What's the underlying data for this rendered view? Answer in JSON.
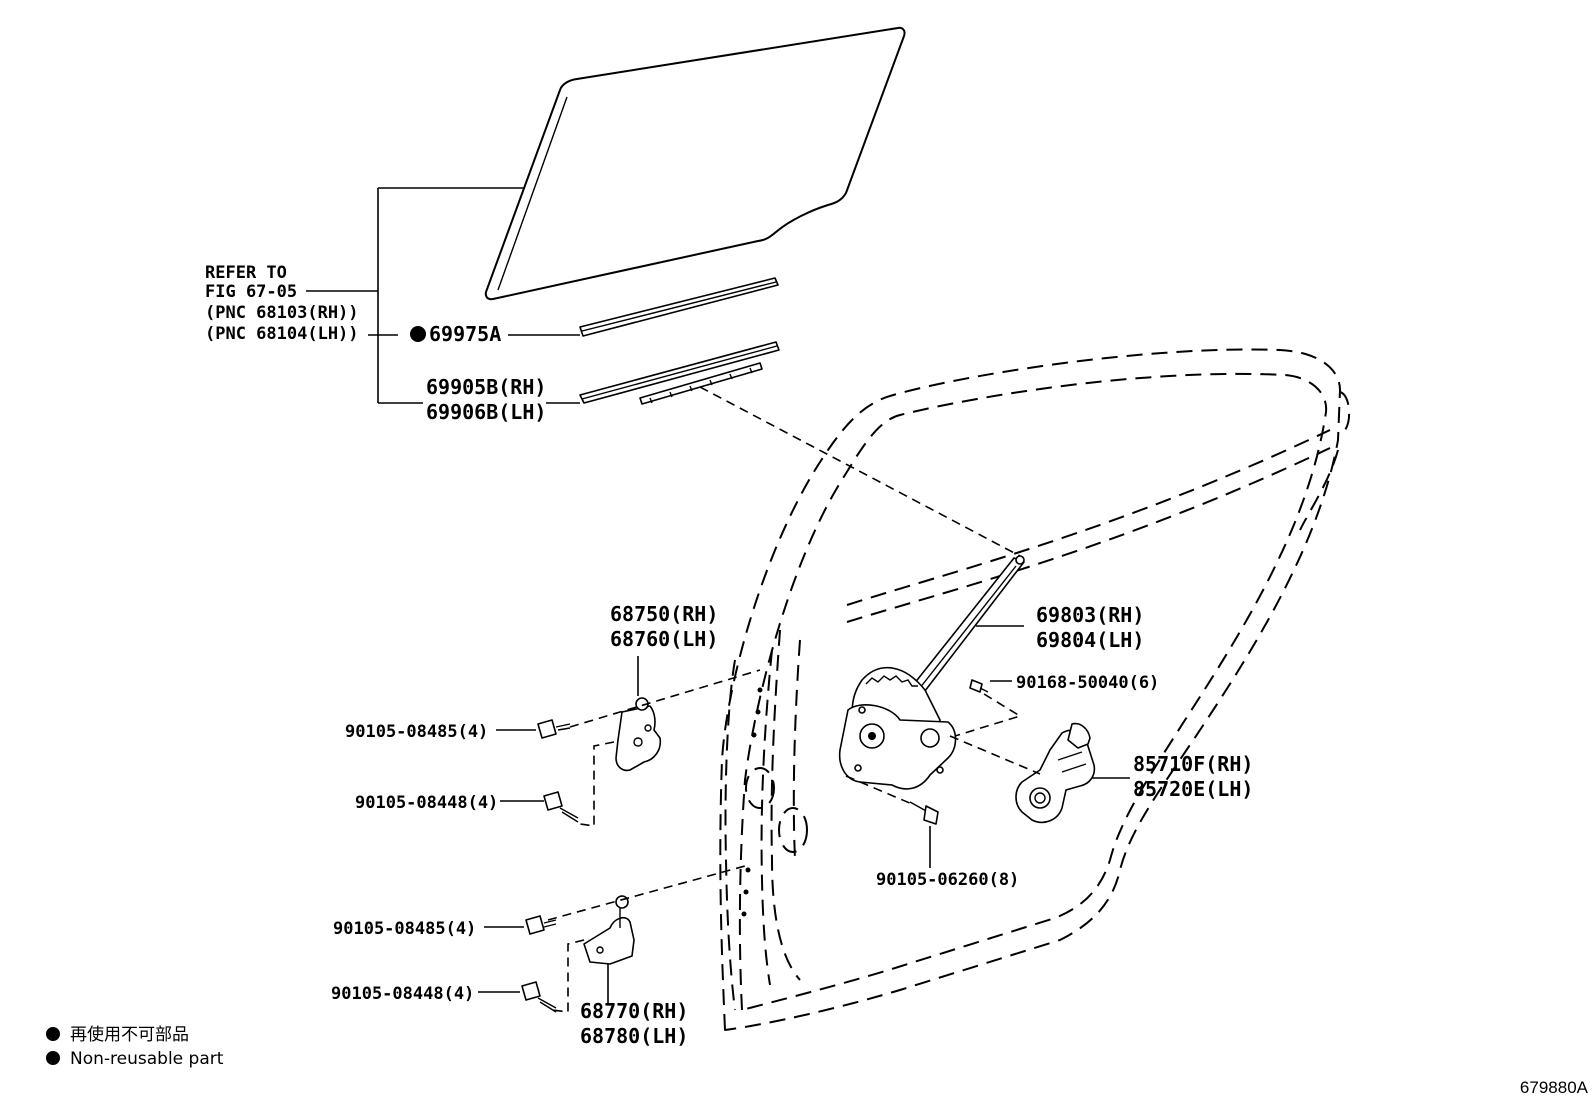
{
  "refer_note": {
    "lines": [
      "REFER TO",
      "FIG 67-05",
      "(PNC 68103(RH))",
      "(PNC 68104(LH))"
    ]
  },
  "parts": {
    "p69975a": "69975A",
    "p69905b": "69905B(RH)",
    "p69906b": "69906B(LH)",
    "p68750": "68750(RH)",
    "p68760": "68760(LH)",
    "p69803": "69803(RH)",
    "p69804": "69804(LH)",
    "p90168": "90168-50040(6)",
    "p85710f": "85710F(RH)",
    "p85720e": "85720E(LH)",
    "p90105_06260": "90105-06260(8)",
    "p90105_08485_a": "90105-08485(4)",
    "p90105_08448_a": "90105-08448(4)",
    "p90105_08485_b": "90105-08485(4)",
    "p90105_08448_b": "90105-08448(4)",
    "p68770": "68770(RH)",
    "p68780": "68780(LH)"
  },
  "legend": {
    "line1": "再使用不可部品",
    "line2": "Non-reusable part"
  },
  "figure_id": "679880A"
}
